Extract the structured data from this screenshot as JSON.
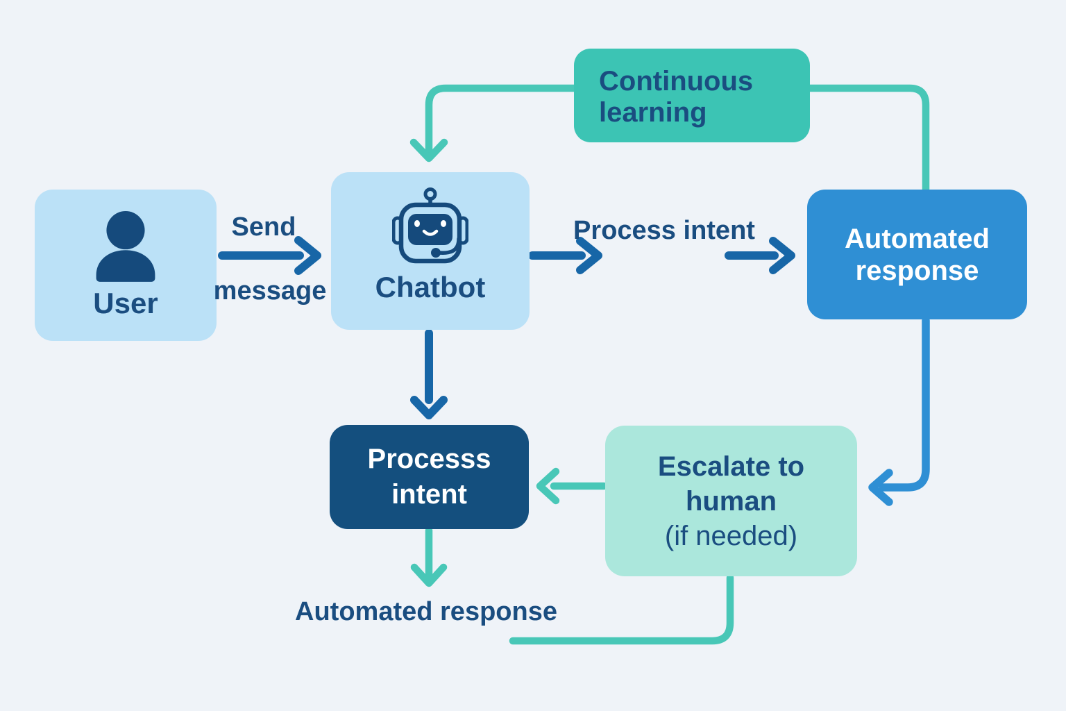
{
  "title": "Chatbot workflow diagram",
  "colors": {
    "background": "#eff3f8",
    "light_blue_box": "#bbe1f7",
    "blue_box": "#2f8fd4",
    "dark_blue_box": "#144f7e",
    "teal_box": "#3cc4b4",
    "light_teal_box": "#abe7dc",
    "navy_text": "#1a4d80",
    "white_text": "#ffffff",
    "blue_arrow": "#1766a7",
    "teal_line": "#48c7b7",
    "blue_line": "#2f8fd4",
    "icon_navy": "#154a7c"
  },
  "nodes": {
    "user": {
      "label": "User"
    },
    "chatbot": {
      "label": "Chatbot"
    },
    "automated_response": {
      "line1": "Automated",
      "line2": "response"
    },
    "continuous_learning": {
      "line1": "Continuous",
      "line2": "learning"
    },
    "process_intent": {
      "line1": "Processs",
      "line2": "intent"
    },
    "escalate_to_human": {
      "line1": "Escalate to",
      "line2": "human",
      "line3": "(if needed)"
    }
  },
  "edge_labels": {
    "send_message": {
      "line1": "Send",
      "line2": "message"
    },
    "process_intent": {
      "line1": "Process",
      "line2": "intent"
    },
    "automated_response": {
      "line1": "Automated",
      "line2": "response"
    }
  },
  "icons": {
    "user_icon": "person-silhouette",
    "robot_icon": "chatbot-robot-head"
  }
}
